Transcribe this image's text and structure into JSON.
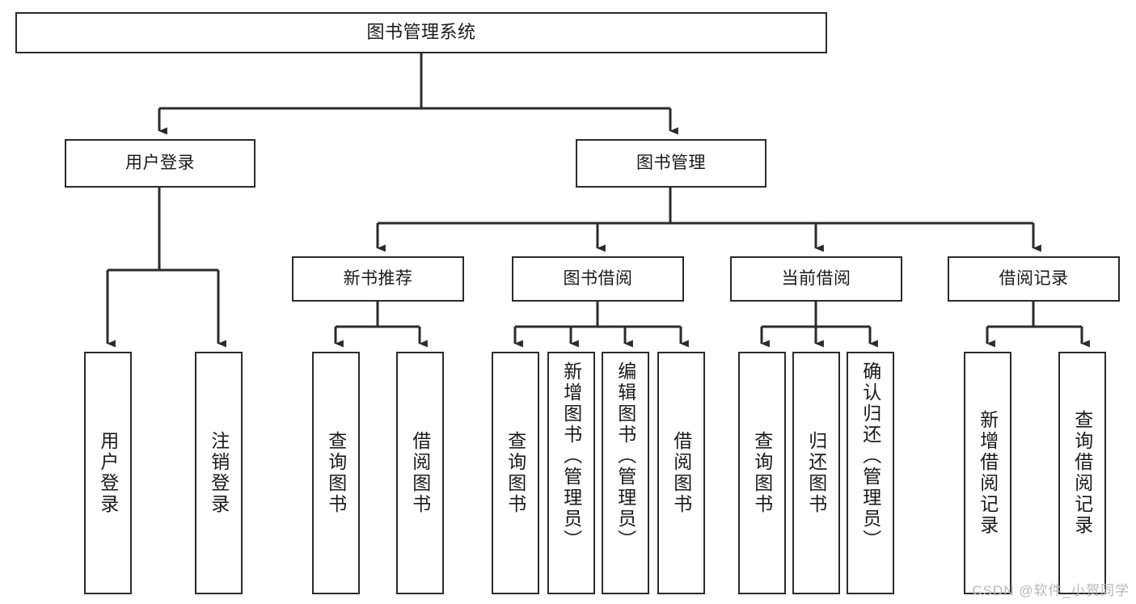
{
  "diagram": {
    "title": "图书管理系统",
    "type": "tree",
    "watermark": "CSDN @软件_小贺同学",
    "colors": {
      "stroke": "#2b2b2b",
      "fill": "#ffffff",
      "text": "#1a1a1a",
      "watermark": "#b9b9b9"
    },
    "nodes": {
      "root": {
        "label": "图书管理系统"
      },
      "level2": [
        {
          "id": "user-login",
          "label": "用户登录"
        },
        {
          "id": "book-manage",
          "label": "图书管理"
        }
      ],
      "level3": [
        {
          "id": "new-book-recommend",
          "label": "新书推荐"
        },
        {
          "id": "book-borrow",
          "label": "图书借阅"
        },
        {
          "id": "current-borrow",
          "label": "当前借阅"
        },
        {
          "id": "borrow-record",
          "label": "借阅记录"
        }
      ],
      "leaves": [
        {
          "id": "leaf-user-login",
          "label": "用户登录"
        },
        {
          "id": "leaf-logout-login",
          "label": "注销登录"
        },
        {
          "id": "leaf-query-book-1",
          "label": "查询图书"
        },
        {
          "id": "leaf-borrow-book-1",
          "label": "借阅图书"
        },
        {
          "id": "leaf-query-book-2",
          "label": "查询图书"
        },
        {
          "id": "leaf-add-book-admin",
          "label": "新增图书（管理员）"
        },
        {
          "id": "leaf-edit-book-admin",
          "label": "编辑图书（管理员）"
        },
        {
          "id": "leaf-borrow-book-2",
          "label": "借阅图书"
        },
        {
          "id": "leaf-query-book-3",
          "label": "查询图书"
        },
        {
          "id": "leaf-return-book",
          "label": "归还图书"
        },
        {
          "id": "leaf-confirm-return-admin",
          "label": "确认归还（管理员）"
        },
        {
          "id": "leaf-add-borrow-record",
          "label": "新增借阅记录"
        },
        {
          "id": "leaf-query-borrow-record",
          "label": "查询借阅记录"
        }
      ]
    },
    "edges": [
      {
        "from": "root",
        "to": "user-login"
      },
      {
        "from": "root",
        "to": "book-manage"
      },
      {
        "from": "user-login",
        "to": "leaf-user-login"
      },
      {
        "from": "user-login",
        "to": "leaf-logout-login"
      },
      {
        "from": "book-manage",
        "to": "new-book-recommend"
      },
      {
        "from": "book-manage",
        "to": "book-borrow"
      },
      {
        "from": "book-manage",
        "to": "current-borrow"
      },
      {
        "from": "book-manage",
        "to": "borrow-record"
      },
      {
        "from": "new-book-recommend",
        "to": "leaf-query-book-1"
      },
      {
        "from": "new-book-recommend",
        "to": "leaf-borrow-book-1"
      },
      {
        "from": "book-borrow",
        "to": "leaf-query-book-2"
      },
      {
        "from": "book-borrow",
        "to": "leaf-add-book-admin"
      },
      {
        "from": "book-borrow",
        "to": "leaf-edit-book-admin"
      },
      {
        "from": "book-borrow",
        "to": "leaf-borrow-book-2"
      },
      {
        "from": "current-borrow",
        "to": "leaf-query-book-3"
      },
      {
        "from": "current-borrow",
        "to": "leaf-return-book"
      },
      {
        "from": "current-borrow",
        "to": "leaf-confirm-return-admin"
      },
      {
        "from": "borrow-record",
        "to": "leaf-add-borrow-record"
      },
      {
        "from": "borrow-record",
        "to": "leaf-query-borrow-record"
      }
    ]
  }
}
